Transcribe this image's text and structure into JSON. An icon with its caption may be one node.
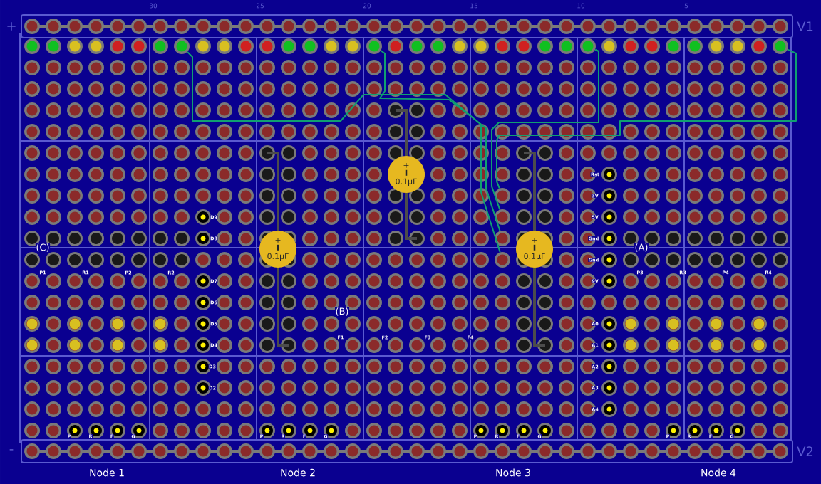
{
  "diagram": {
    "nodes": [
      {
        "text": [],
        "shape": "circle"
      },
      {
        "text": [],
        "shape": "circle"
      },
      {
        "text": [],
        "shape": "circle"
      },
      {
        "text": [],
        "shape": "circle"
      },
      {
        "text": [
          "+",
          "0.1µF"
        ]
      },
      {
        "text": [],
        "shape": "circle"
      },
      {
        "text": [],
        "shape": "circle"
      },
      {
        "text": [],
        "shape": "circle"
      },
      {
        "text": [
          "+",
          "0.1µF"
        ]
      },
      {
        "text": [
          "+",
          "0.1µF"
        ]
      },
      {
        "text": [],
        "shape": "circle"
      }
    ],
    "edges": [
      {
        "from": 0,
        "to": 10,
        "arrow": "none"
      },
      {
        "from": 1,
        "to": 7,
        "arrow": "none"
      },
      {
        "from": 2,
        "to": 6,
        "arrow": "none"
      },
      {
        "from": 3,
        "to": 5,
        "arrow": "none"
      }
    ],
    "labels": [
      "30",
      "25",
      "20",
      "15",
      "10",
      "5",
      "+",
      "V1",
      "Rst",
      "3V",
      "D9",
      "5V",
      "D8",
      "Gnd",
      "(C)",
      "(A)",
      "Gnd",
      "P1",
      "R1",
      "P2",
      "R2",
      "P3",
      "R3",
      "P4",
      "R4",
      "D7",
      "9V",
      "D6",
      "(B)",
      "D5",
      "A0",
      "F1",
      "F2",
      "F3",
      "F4",
      "D4",
      "A1",
      "D3",
      "A2",
      "D2",
      "A3",
      "A4",
      "P",
      "R",
      "F",
      "G",
      "P",
      "R",
      "F",
      "G",
      "P",
      "R",
      "F",
      "G",
      "P",
      "R",
      "F",
      "G",
      "-",
      "V2",
      "Node 1",
      "Node 2",
      "Node 3",
      "Node 4"
    ]
  }
}
